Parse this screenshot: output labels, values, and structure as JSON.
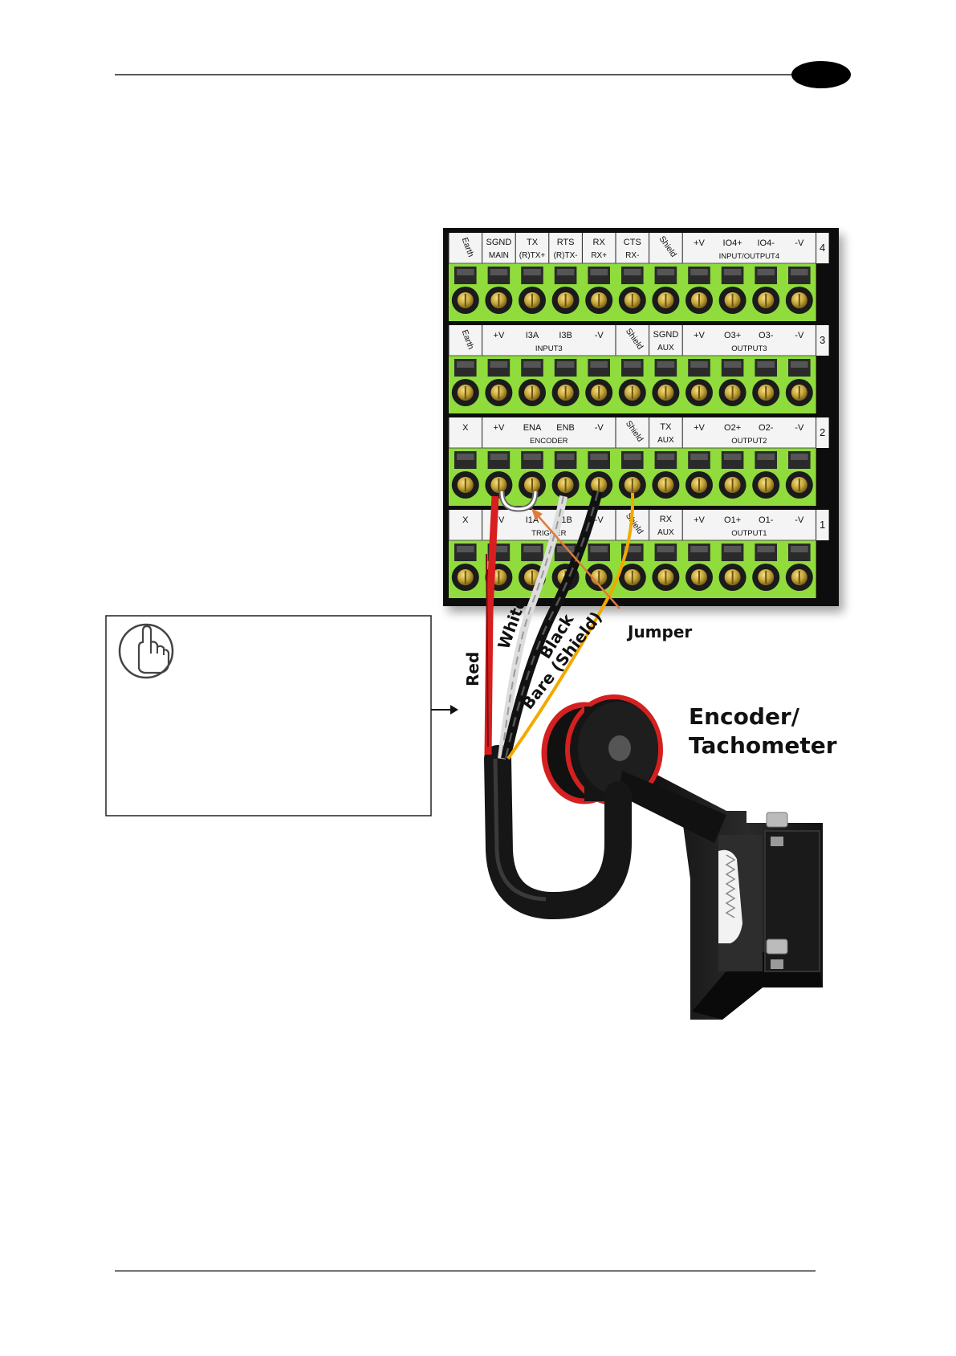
{
  "terminal_block": {
    "rows": [
      {
        "number": "4",
        "cells": [
          {
            "top": "Earth",
            "bottom": "",
            "rotated": true
          },
          {
            "top": "SGND",
            "bottom": "MAIN"
          },
          {
            "top": "TX",
            "bottom": "(R)TX+"
          },
          {
            "top": "RTS",
            "bottom": "(R)TX-"
          },
          {
            "top": "RX",
            "bottom": "RX+"
          },
          {
            "top": "CTS",
            "bottom": "RX-"
          },
          {
            "top": "Shield",
            "bottom": "",
            "rotated": true
          },
          {
            "top": "+V",
            "bottom": ""
          },
          {
            "top": "IO4+",
            "bottom": ""
          },
          {
            "top": "IO4-",
            "bottom": ""
          },
          {
            "top": "-V",
            "bottom": ""
          }
        ],
        "groups": [
          {
            "from": 7,
            "to": 10,
            "label": "INPUT/OUTPUT4"
          }
        ]
      },
      {
        "number": "3",
        "cells": [
          {
            "top": "Earth",
            "bottom": "",
            "rotated": true
          },
          {
            "top": "+V",
            "bottom": ""
          },
          {
            "top": "I3A",
            "bottom": ""
          },
          {
            "top": "I3B",
            "bottom": ""
          },
          {
            "top": "-V",
            "bottom": ""
          },
          {
            "top": "Shield",
            "bottom": "",
            "rotated": true
          },
          {
            "top": "SGND",
            "bottom": "AUX"
          },
          {
            "top": "+V",
            "bottom": ""
          },
          {
            "top": "O3+",
            "bottom": ""
          },
          {
            "top": "O3-",
            "bottom": ""
          },
          {
            "top": "-V",
            "bottom": ""
          }
        ],
        "groups": [
          {
            "from": 1,
            "to": 4,
            "label": "INPUT3"
          },
          {
            "from": 7,
            "to": 10,
            "label": "OUTPUT3"
          }
        ]
      },
      {
        "number": "2",
        "cells": [
          {
            "top": "X",
            "bottom": ""
          },
          {
            "top": "+V",
            "bottom": ""
          },
          {
            "top": "ENA",
            "bottom": ""
          },
          {
            "top": "ENB",
            "bottom": ""
          },
          {
            "top": "-V",
            "bottom": ""
          },
          {
            "top": "Shield",
            "bottom": "",
            "rotated": true
          },
          {
            "top": "TX",
            "bottom": "AUX"
          },
          {
            "top": "+V",
            "bottom": ""
          },
          {
            "top": "O2+",
            "bottom": ""
          },
          {
            "top": "O2-",
            "bottom": ""
          },
          {
            "top": "-V",
            "bottom": ""
          }
        ],
        "groups": [
          {
            "from": 1,
            "to": 4,
            "label": "ENCODER"
          },
          {
            "from": 7,
            "to": 10,
            "label": "OUTPUT2"
          }
        ]
      },
      {
        "number": "1",
        "cells": [
          {
            "top": "X",
            "bottom": ""
          },
          {
            "top": "+V",
            "bottom": ""
          },
          {
            "top": "I1A",
            "bottom": ""
          },
          {
            "top": "I1B",
            "bottom": ""
          },
          {
            "top": "-V",
            "bottom": ""
          },
          {
            "top": "Shield",
            "bottom": "",
            "rotated": true
          },
          {
            "top": "RX",
            "bottom": "AUX"
          },
          {
            "top": "+V",
            "bottom": ""
          },
          {
            "top": "O1+",
            "bottom": ""
          },
          {
            "top": "O1-",
            "bottom": ""
          },
          {
            "top": "-V",
            "bottom": ""
          }
        ],
        "groups": [
          {
            "from": 1,
            "to": 4,
            "label": "TRIGGER"
          },
          {
            "from": 7,
            "to": 10,
            "label": "OUTPUT1"
          }
        ]
      }
    ]
  },
  "wire_labels": {
    "red": "Red",
    "white": "White",
    "black": "Black",
    "shield": "Bare (Shield)",
    "jumper": "Jumper"
  },
  "device_label": [
    "Encoder/",
    "Tachometer"
  ],
  "colors": {
    "terminal_green": "#8fdc3c",
    "wire_red": "#d81e1e",
    "wire_shield": "#f2a900",
    "jumper_arrow": "#e07b39"
  },
  "note_icon": "pointing-hand-icon"
}
